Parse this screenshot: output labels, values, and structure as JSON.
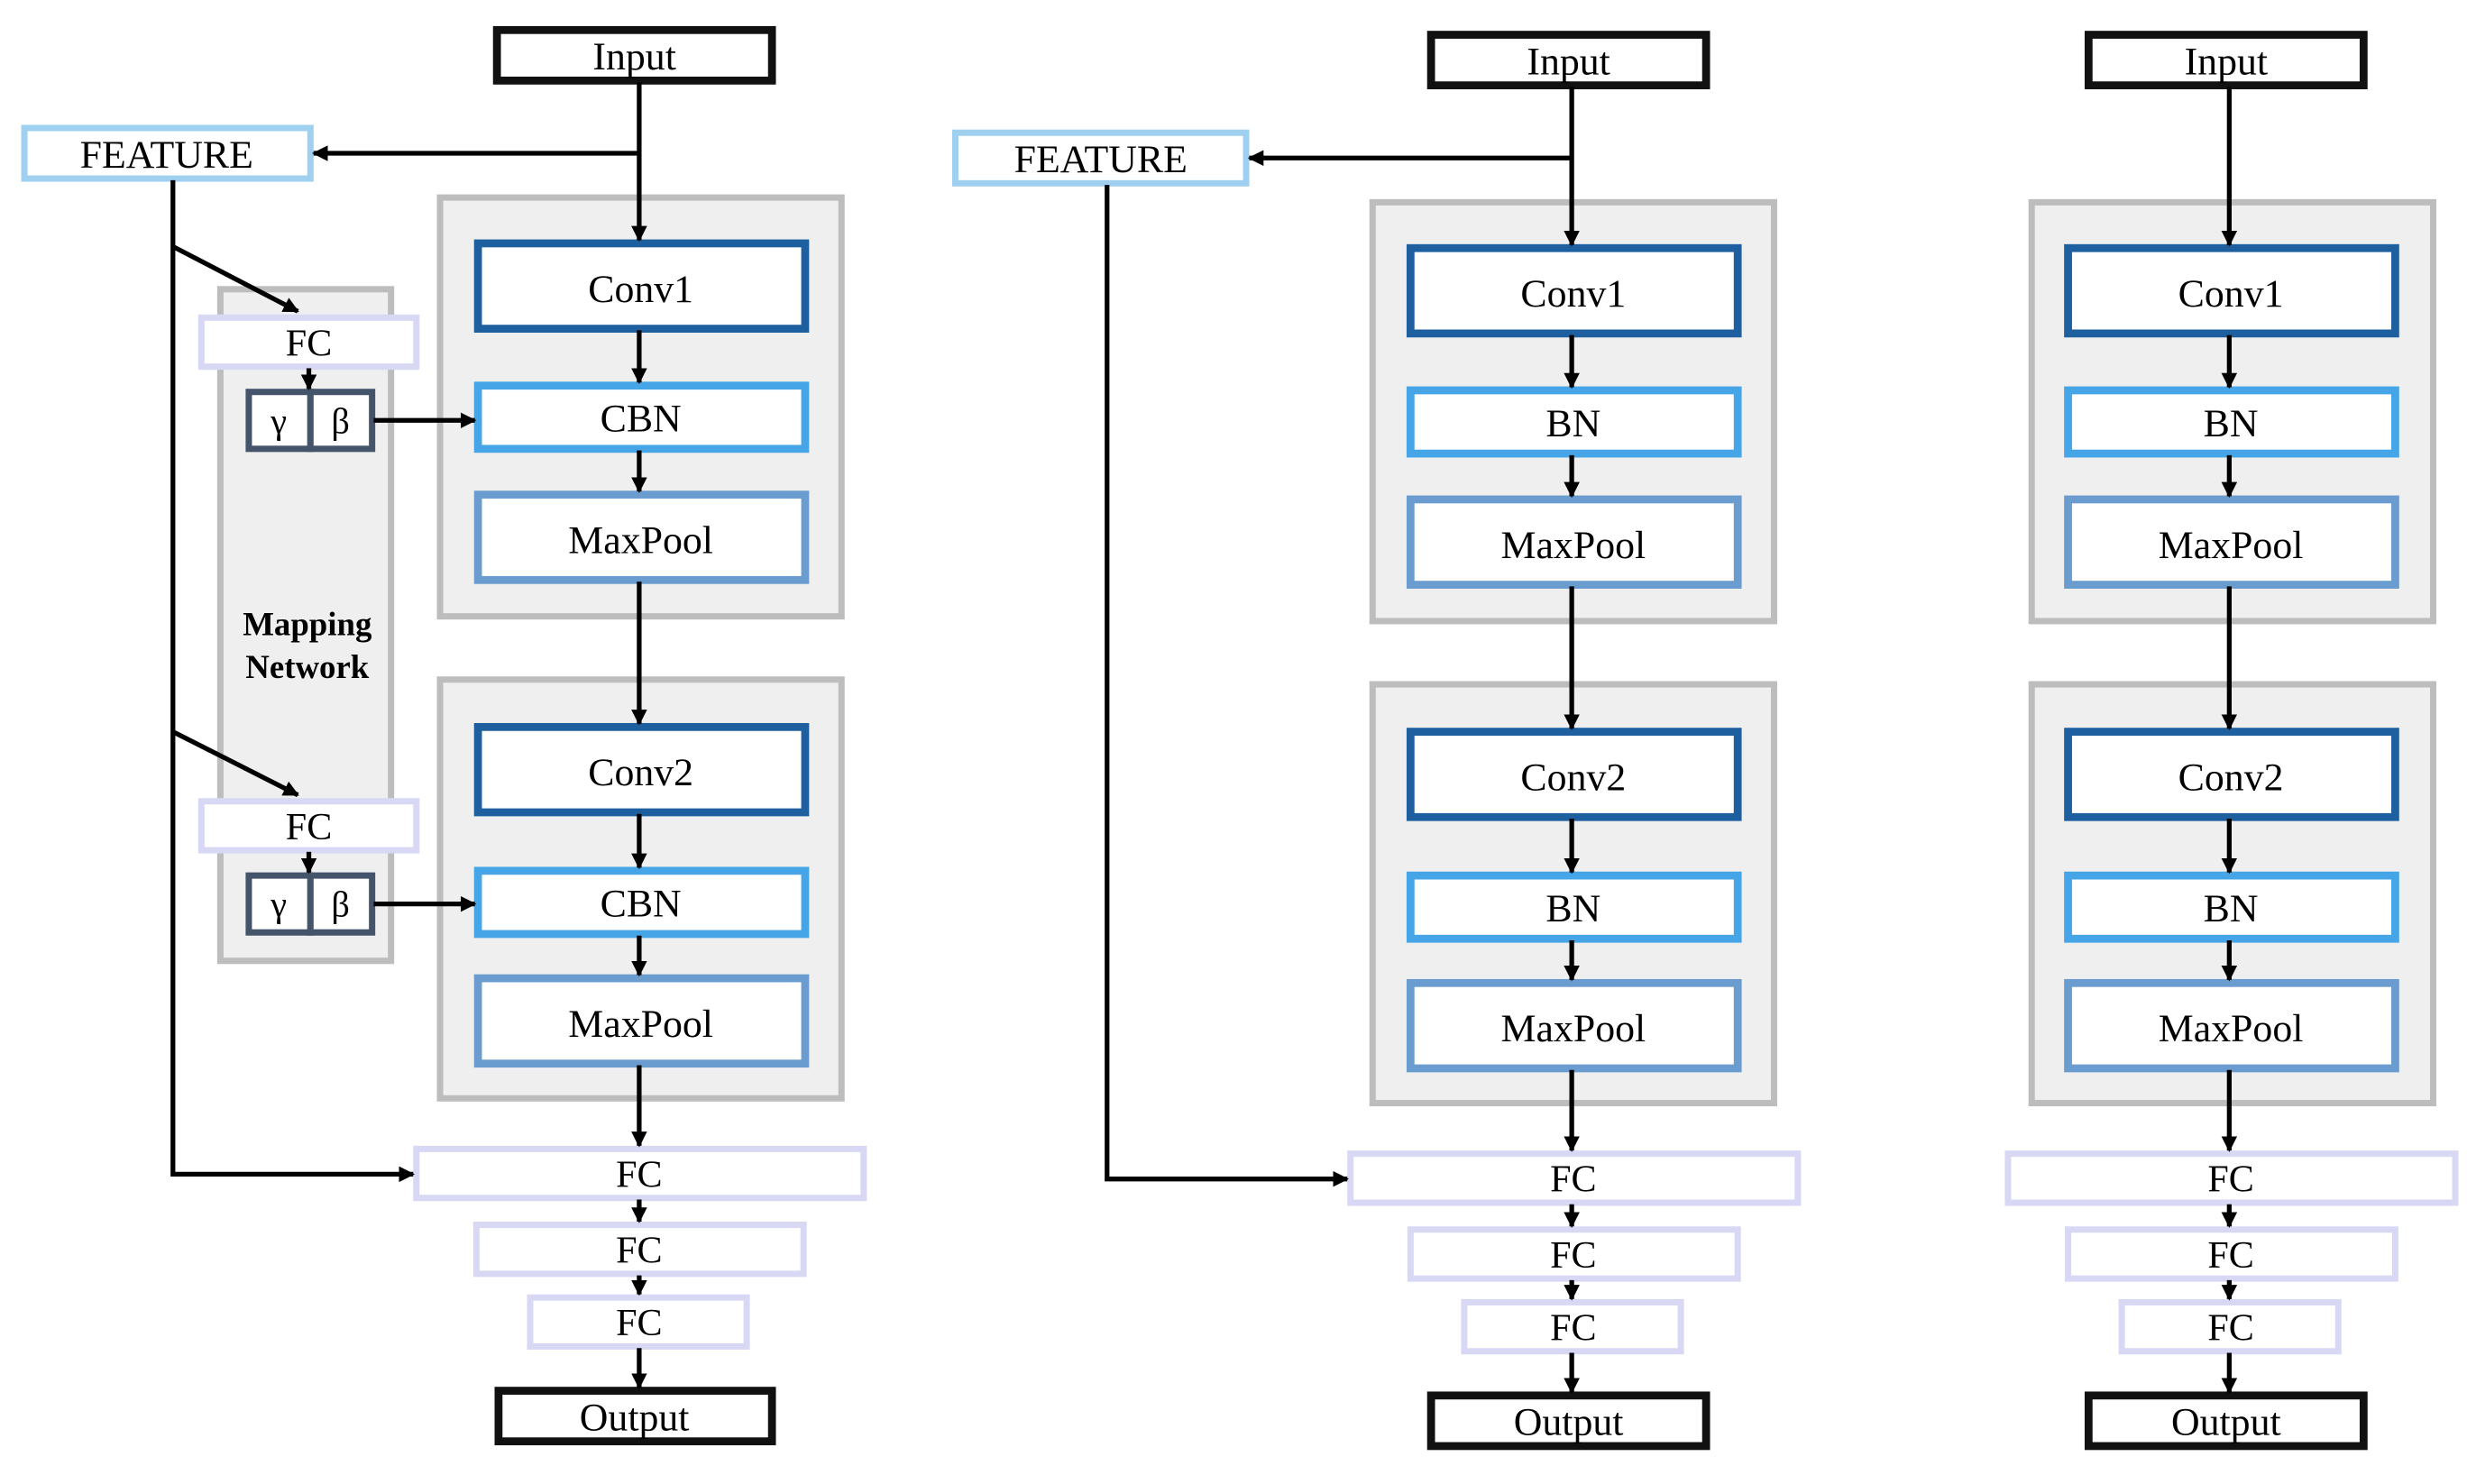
{
  "colors": {
    "io_border": "#111111",
    "feature_border": "#9fd0f0",
    "group_fill": "#efefef",
    "group_border": "#bdbdbd",
    "conv_border": "#1e5fa0",
    "norm_border": "#45a5e6",
    "pool_border": "#6a9ccf",
    "fc_border": "#d8d8f5",
    "gb_fill": "#ffffff",
    "gb_border": "#44546a",
    "arrow": "#000000",
    "text": "#000000"
  },
  "diagrams": [
    {
      "input": "Input",
      "feature": "FEATURE",
      "mapping_network": {
        "title_line1": "Mapping",
        "title_line2": "Network",
        "fc1": "FC",
        "fc2": "FC",
        "gamma": "γ",
        "beta": "β"
      },
      "block1": {
        "conv": "Conv1",
        "norm": "CBN",
        "pool": "MaxPool"
      },
      "block2": {
        "conv": "Conv2",
        "norm": "CBN",
        "pool": "MaxPool"
      },
      "fc_layers": [
        "FC",
        "FC",
        "FC"
      ],
      "output": "Output"
    },
    {
      "input": "Input",
      "feature": "FEATURE",
      "block1": {
        "conv": "Conv1",
        "norm": "BN",
        "pool": "MaxPool"
      },
      "block2": {
        "conv": "Conv2",
        "norm": "BN",
        "pool": "MaxPool"
      },
      "fc_layers": [
        "FC",
        "FC",
        "FC"
      ],
      "output": "Output"
    },
    {
      "input": "Input",
      "block1": {
        "conv": "Conv1",
        "norm": "BN",
        "pool": "MaxPool"
      },
      "block2": {
        "conv": "Conv2",
        "norm": "BN",
        "pool": "MaxPool"
      },
      "fc_layers": [
        "FC",
        "FC",
        "FC"
      ],
      "output": "Output"
    }
  ]
}
